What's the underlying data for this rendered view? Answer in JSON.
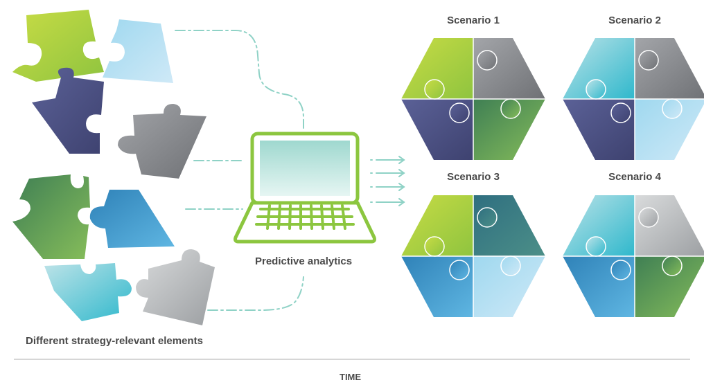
{
  "left_caption": "Different strategy-relevant elements",
  "center_caption": "Predictive analytics",
  "axis_label": "TIME",
  "scenarios": [
    {
      "title": "Scenario 1",
      "pieces": [
        "green",
        "gray",
        "purple",
        "green-dark"
      ]
    },
    {
      "title": "Scenario 2",
      "pieces": [
        "teal",
        "gray",
        "purple",
        "light-blue"
      ]
    },
    {
      "title": "Scenario 3",
      "pieces": [
        "green",
        "teal-dark",
        "blue",
        "light-blue"
      ]
    },
    {
      "title": "Scenario 4",
      "pieces": [
        "teal",
        "silver",
        "blue",
        "green-dark"
      ]
    }
  ],
  "colors": {
    "green": "#a9cf3c",
    "gray": "#8a8c91",
    "purple": "#4a4f7d",
    "green-dark": "#5d9a54",
    "teal": "#3fbfcf",
    "light-blue": "#a9d9f2",
    "teal-dark": "#3d7f86",
    "blue": "#3a8fca",
    "silver": "#b9bcbe",
    "laptop": "#8cc63f",
    "connector": "#8fd2c6",
    "text": "#4a4a4a"
  }
}
